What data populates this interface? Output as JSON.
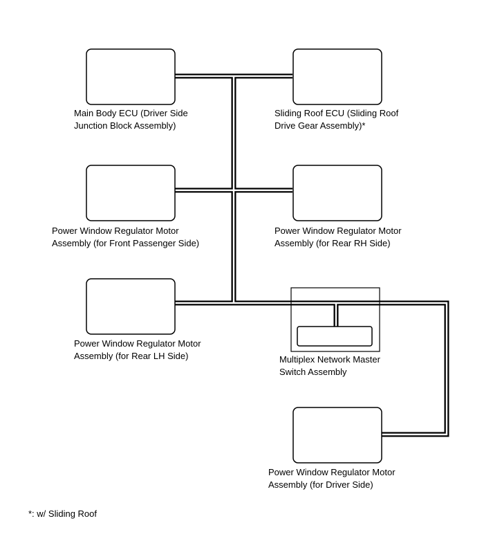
{
  "components": [
    {
      "id": "main-body-ecu",
      "lines": [
        "Main Body ECU (Driver Side",
        "Junction Block Assembly)"
      ]
    },
    {
      "id": "sliding-roof-ecu",
      "lines": [
        "Sliding Roof ECU (Sliding Roof",
        "Drive Gear Assembly)*"
      ]
    },
    {
      "id": "pw-front-passenger",
      "lines": [
        "Power Window Regulator Motor",
        "Assembly (for Front Passenger Side)"
      ]
    },
    {
      "id": "pw-rear-rh",
      "lines": [
        "Power Window Regulator Motor",
        "Assembly (for Rear RH Side)"
      ]
    },
    {
      "id": "pw-rear-lh",
      "lines": [
        "Power Window Regulator Motor",
        "Assembly (for Rear LH Side)"
      ]
    },
    {
      "id": "master-switch",
      "lines": [
        "Multiplex Network Master",
        "Switch Assembly"
      ]
    },
    {
      "id": "pw-driver",
      "lines": [
        "Power Window Regulator Motor",
        "Assembly (for Driver Side)"
      ]
    }
  ],
  "footnote": "*: w/ Sliding Roof",
  "colors": {
    "line": "#000000",
    "background": "#ffffff"
  }
}
